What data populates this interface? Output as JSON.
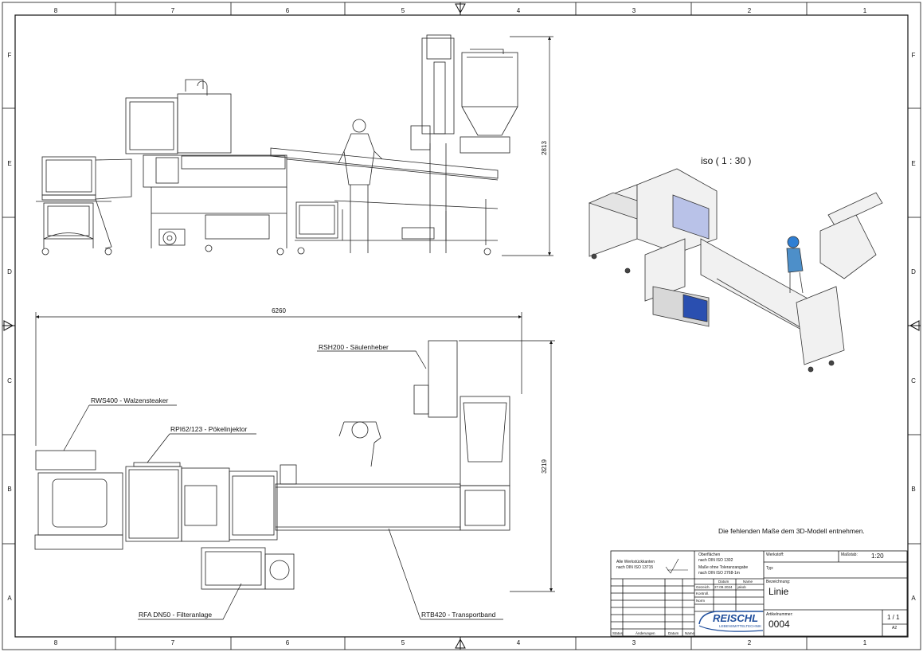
{
  "border": {
    "columns": [
      "8",
      "7",
      "6",
      "5",
      "4",
      "3",
      "2",
      "1"
    ],
    "rows": [
      "F",
      "E",
      "D",
      "C",
      "B",
      "A"
    ]
  },
  "iso_view_label": "iso ( 1 : 30 )",
  "dimensions": {
    "overall_length": "6260",
    "overall_height": "2813",
    "overall_width": "3219"
  },
  "callouts": {
    "rsh": "RSH200 - Säulenheber",
    "rws": "RWS400 - Walzensteaker",
    "rpi": "RPI62/123 - Pökelinjektor",
    "rfa": "RFA DN50 - Filteranlage",
    "rtb": "RTB420 - Transportband"
  },
  "note": "Die fehlenden Maße dem 3D-Modell entnehmen.",
  "title_block": {
    "general_note_l1": "Alle Werkstückkanten",
    "general_note_l2": "nach DIN ISO 13715",
    "surface_l1": "Oberflächen",
    "surface_l2": "nach DIN ISO 1302",
    "tol_l1": "Maße ohne Toleranzangabe",
    "tol_l2": "nach DIN ISO 2768-1m",
    "datum_hdr": "Datum",
    "name_hdr": "Name",
    "row_gezeichnet": "Gezeich.",
    "row_kontrolliert": "Kontroll.",
    "row_norm": "Norm",
    "date_value": "27.09.2024",
    "drawn_by": "jakob",
    "werkstoff_label": "Werkstoff:",
    "massstab_label": "Maßstab:",
    "scale": "1:20",
    "typ_label": "Typ:",
    "bezeichnung_label": "Bezeichnung:",
    "bezeichnung": "Linie",
    "artikelnummer_label": "Artikelnummer:",
    "artikelnummer": "0004",
    "sheet": "1 / 1",
    "format": "A2",
    "rev_status": "Status",
    "rev_aenderungen": "Änderungen",
    "rev_datum": "Datum",
    "rev_name": "Name",
    "logo_text": "REISCHL",
    "logo_sub": "LEBENSMITTELTECHNIK"
  }
}
